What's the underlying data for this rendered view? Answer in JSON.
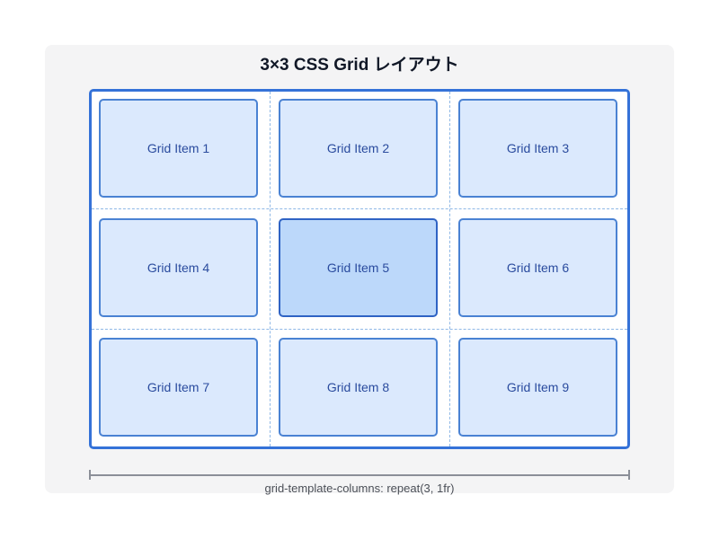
{
  "diagram": {
    "title": "3×3 CSS Grid レイアウト",
    "grid": {
      "columns": 3,
      "rows": 3,
      "highlighted_item": 5,
      "items": [
        {
          "label": "Grid Item 1"
        },
        {
          "label": "Grid Item 2"
        },
        {
          "label": "Grid Item 3"
        },
        {
          "label": "Grid Item 4"
        },
        {
          "label": "Grid Item 5"
        },
        {
          "label": "Grid Item 6"
        },
        {
          "label": "Grid Item 7"
        },
        {
          "label": "Grid Item 8"
        },
        {
          "label": "Grid Item 9"
        }
      ]
    },
    "ruler_label": "grid-template-columns: repeat(3, 1fr)"
  },
  "colors": {
    "card_background": "#f4f4f5",
    "container_border": "#3572d8",
    "item_fill": "#dbe9fd",
    "item_border": "#4a82d3",
    "item_highlight_fill": "#bcd8fa",
    "item_text": "#2a4b9e",
    "guide_dashed": "#8fb8e6",
    "ruler": "#8b8f98"
  }
}
